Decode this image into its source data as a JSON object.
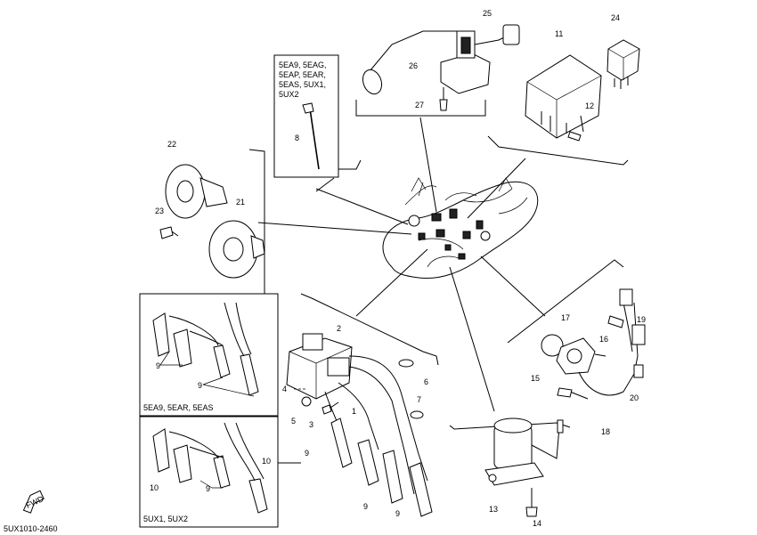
{
  "callouts": [
    {
      "id": "c25",
      "text": "25"
    },
    {
      "id": "c24",
      "text": "24"
    },
    {
      "id": "c11",
      "text": "11"
    },
    {
      "id": "c26",
      "text": "26"
    },
    {
      "id": "c27",
      "text": "27"
    },
    {
      "id": "c12",
      "text": "12"
    },
    {
      "id": "c8",
      "text": "8"
    },
    {
      "id": "c22",
      "text": "22"
    },
    {
      "id": "c21",
      "text": "21"
    },
    {
      "id": "c23",
      "text": "23"
    },
    {
      "id": "c2",
      "text": "2"
    },
    {
      "id": "c17",
      "text": "17"
    },
    {
      "id": "c19",
      "text": "19"
    },
    {
      "id": "c16",
      "text": "16"
    },
    {
      "id": "c15",
      "text": "15"
    },
    {
      "id": "c20",
      "text": "20"
    },
    {
      "id": "c18",
      "text": "18"
    },
    {
      "id": "c6",
      "text": "6"
    },
    {
      "id": "c4",
      "text": "4"
    },
    {
      "id": "c7",
      "text": "7"
    },
    {
      "id": "c1",
      "text": "1"
    },
    {
      "id": "c5",
      "text": "5"
    },
    {
      "id": "c3",
      "text": "3"
    },
    {
      "id": "c9a",
      "text": "9"
    },
    {
      "id": "c9b",
      "text": "9"
    },
    {
      "id": "c9c",
      "text": "9"
    },
    {
      "id": "c9d",
      "text": "9"
    },
    {
      "id": "c9e",
      "text": "9"
    },
    {
      "id": "c9f",
      "text": "9"
    },
    {
      "id": "c10a",
      "text": "10"
    },
    {
      "id": "c10b",
      "text": "10"
    },
    {
      "id": "c13",
      "text": "13"
    },
    {
      "id": "c14",
      "text": "14"
    }
  ],
  "model_box_top": [
    "5EA9, 5EAG,",
    "5EAP, 5EAR,",
    "5EAS, 5UX1,",
    "5UX2"
  ],
  "inset_upper_caption": "5EA9, 5EAR, 5EAS",
  "inset_lower_caption": "5UX1, 5UX2",
  "fwd_label": "FWD",
  "diagram_code": "5UX1010-2460"
}
